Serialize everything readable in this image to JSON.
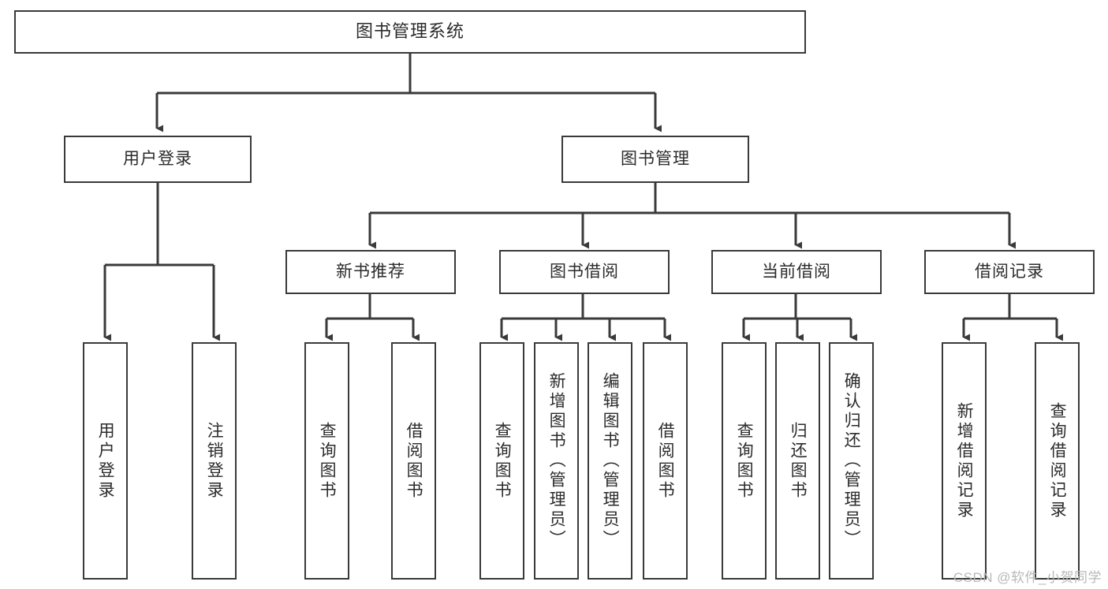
{
  "diagram": {
    "title": "图书管理系统",
    "type": "tree-structure-chart",
    "colors": {
      "background": "#ffffff",
      "node_border": "#3a3a3a",
      "node_fill": "#ffffff",
      "text": "#2b2b2b",
      "edge": "#3a3a3a",
      "watermark": "#b9b9b9"
    },
    "root": {
      "label": "图书管理系统"
    },
    "level2": [
      {
        "id": "user-login",
        "label": "用户登录"
      },
      {
        "id": "book-manage",
        "label": "图书管理"
      }
    ],
    "level3": [
      {
        "id": "new-book-rec",
        "label": "新书推荐"
      },
      {
        "id": "book-borrow",
        "label": "图书借阅"
      },
      {
        "id": "current-borrow",
        "label": "当前借阅"
      },
      {
        "id": "borrow-record",
        "label": "借阅记录"
      }
    ],
    "leaves": {
      "user_login": [
        {
          "id": "leaf-user-login",
          "label": "用户登录"
        },
        {
          "id": "leaf-logout-login",
          "label": "注销登录"
        }
      ],
      "new_book_rec": [
        {
          "id": "leaf-query-book-1",
          "label": "查询图书"
        },
        {
          "id": "leaf-borrow-book-1",
          "label": "借阅图书"
        }
      ],
      "book_borrow": [
        {
          "id": "leaf-query-book-2",
          "label": "查询图书"
        },
        {
          "id": "leaf-add-book",
          "label": "新增图书（管理员）"
        },
        {
          "id": "leaf-edit-book",
          "label": "编辑图书（管理员）"
        },
        {
          "id": "leaf-borrow-book-2",
          "label": "借阅图书"
        }
      ],
      "current_borrow": [
        {
          "id": "leaf-query-book-3",
          "label": "查询图书"
        },
        {
          "id": "leaf-return-book",
          "label": "归还图书"
        },
        {
          "id": "leaf-confirm-return",
          "label": "确认归还（管理员）"
        }
      ],
      "borrow_record": [
        {
          "id": "leaf-add-record",
          "label": "新增借阅记录"
        },
        {
          "id": "leaf-query-record",
          "label": "查询借阅记录"
        }
      ]
    },
    "watermark": "CSDN @软件_小贺同学"
  }
}
